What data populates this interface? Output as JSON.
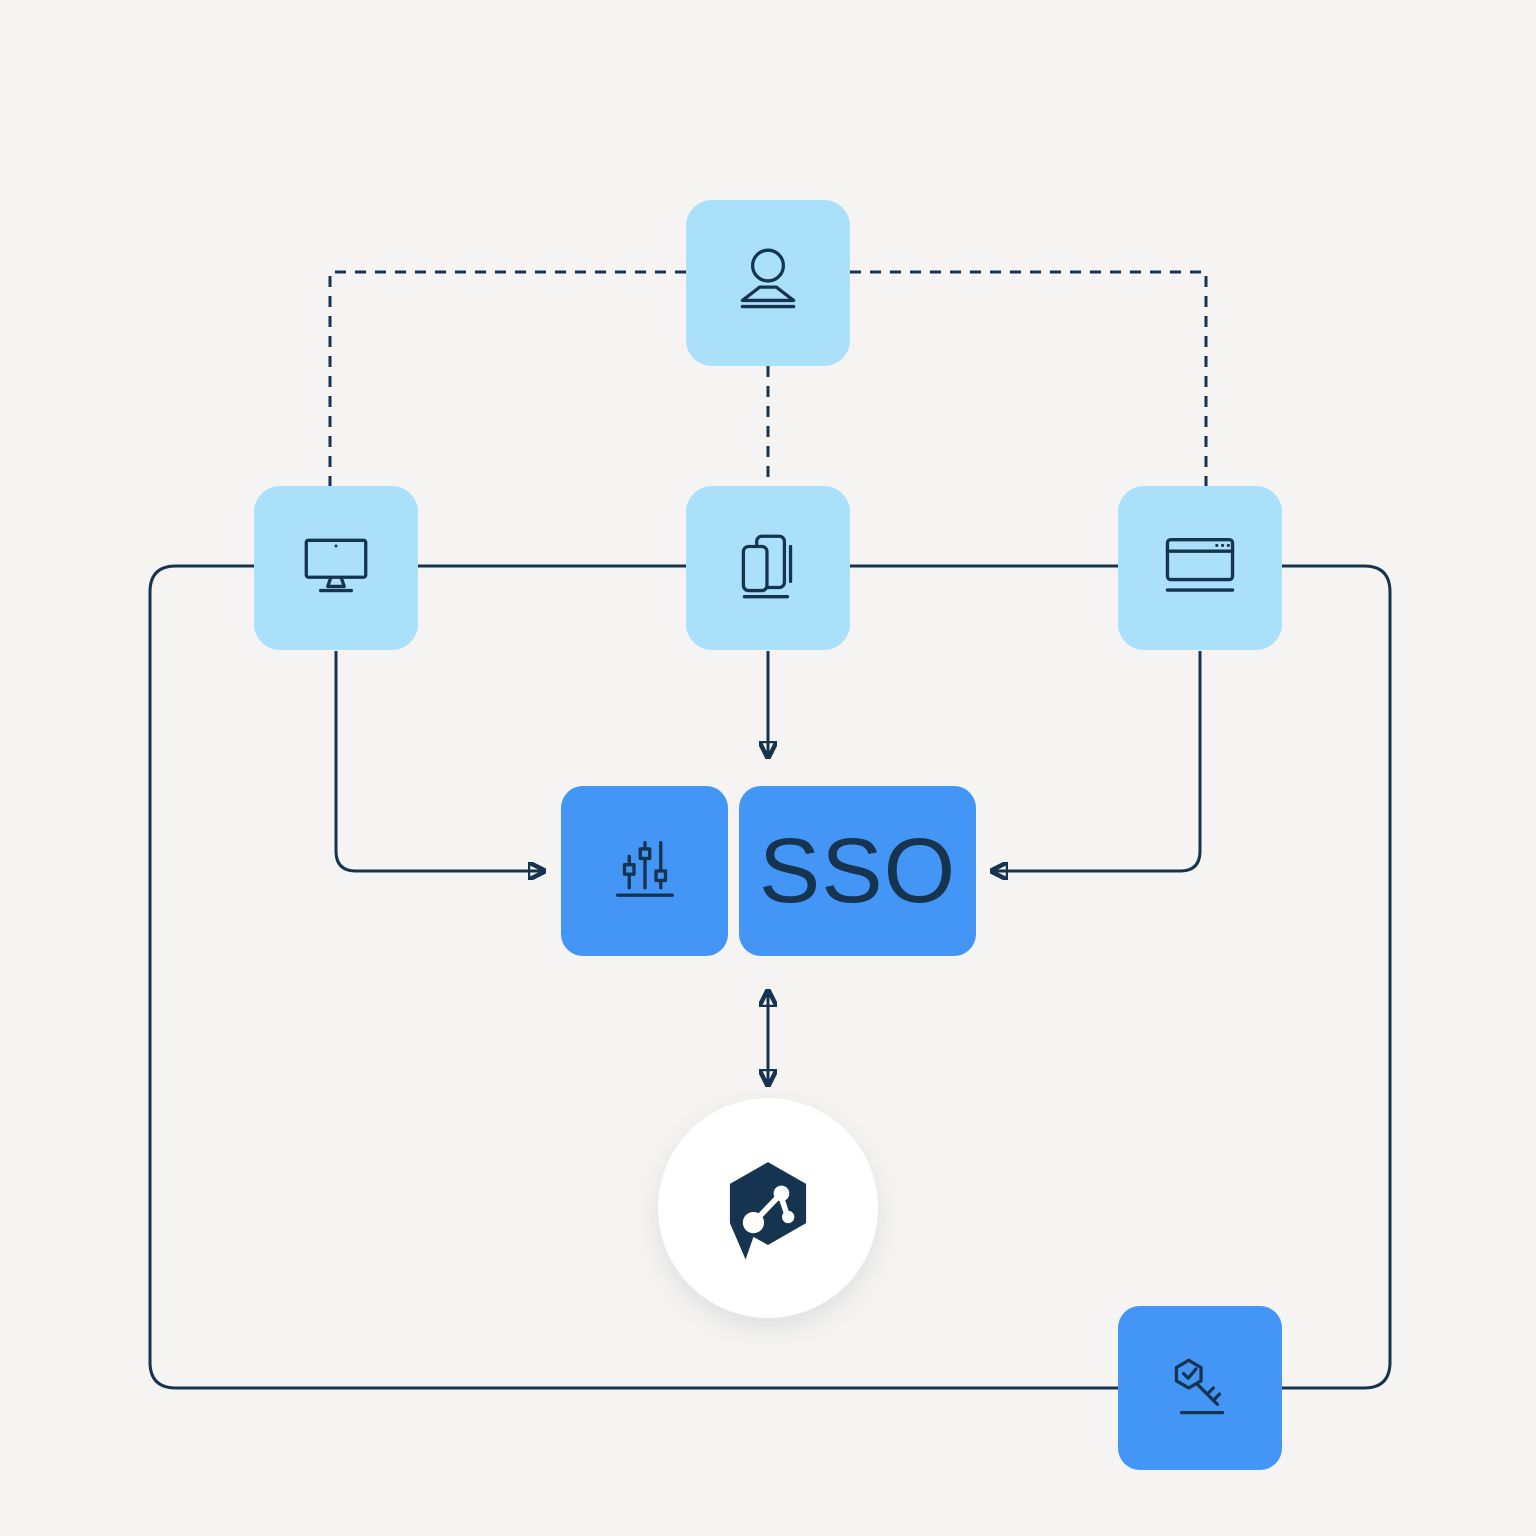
{
  "diagram": {
    "sso_label": "SSO",
    "nodes": [
      {
        "id": "user",
        "icon": "user-icon"
      },
      {
        "id": "desktop",
        "icon": "desktop-computer-icon"
      },
      {
        "id": "mobile",
        "icon": "mobile-devices-icon"
      },
      {
        "id": "browser",
        "icon": "browser-window-icon"
      },
      {
        "id": "controls",
        "icon": "sliders-icon"
      },
      {
        "id": "sso",
        "label": "SSO"
      },
      {
        "id": "hub",
        "icon": "hexagon-chat-share-icon"
      },
      {
        "id": "key",
        "icon": "key-check-icon"
      }
    ],
    "colors": {
      "background": "#f5f4f2",
      "light_blue": "#abe0fa",
      "accent_blue": "#4496f6",
      "navy": "#16334f",
      "white": "#ffffff"
    }
  }
}
